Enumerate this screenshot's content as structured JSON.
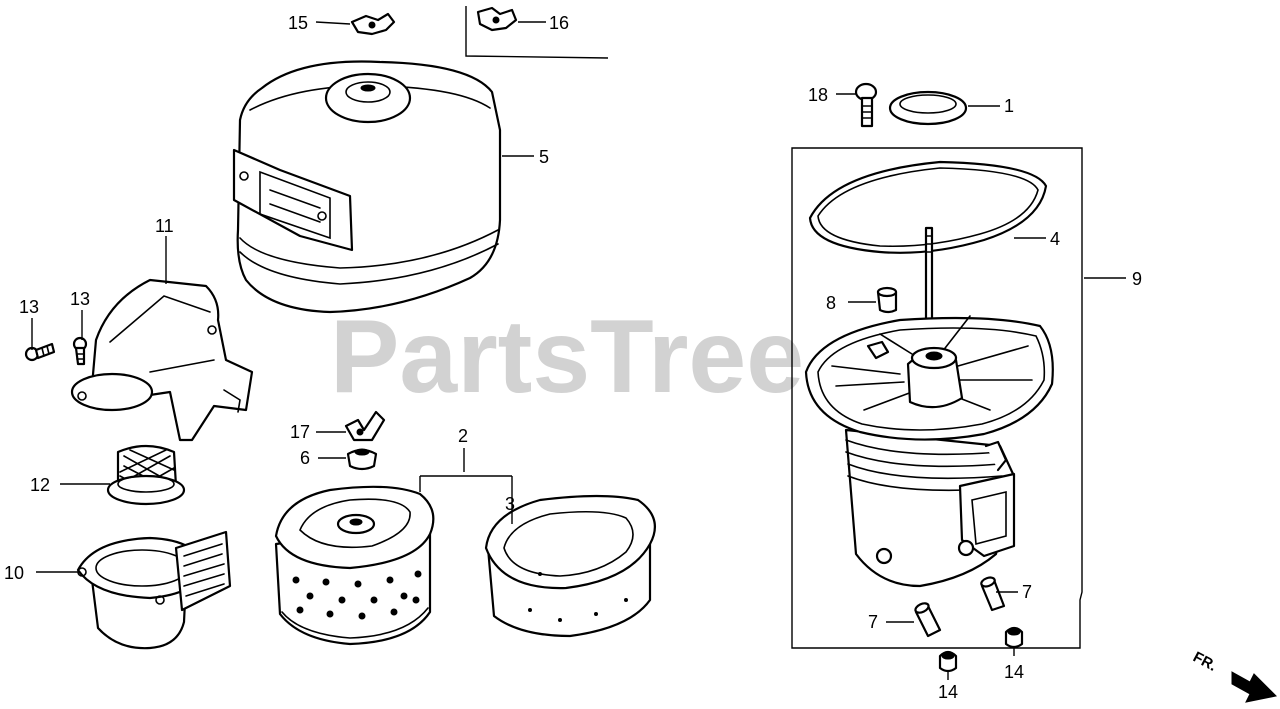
{
  "watermark": "PartsTree",
  "direction_label": "FR.",
  "callouts": {
    "c1": "1",
    "c2": "2",
    "c3": "3",
    "c4": "4",
    "c5": "5",
    "c6": "6",
    "c7a": "7",
    "c7b": "7",
    "c8": "8",
    "c9": "9",
    "c10": "10",
    "c11": "11",
    "c12": "12",
    "c13a": "13",
    "c13b": "13",
    "c14a": "14",
    "c14b": "14",
    "c15": "15",
    "c16": "16",
    "c17": "17",
    "c18": "18"
  }
}
